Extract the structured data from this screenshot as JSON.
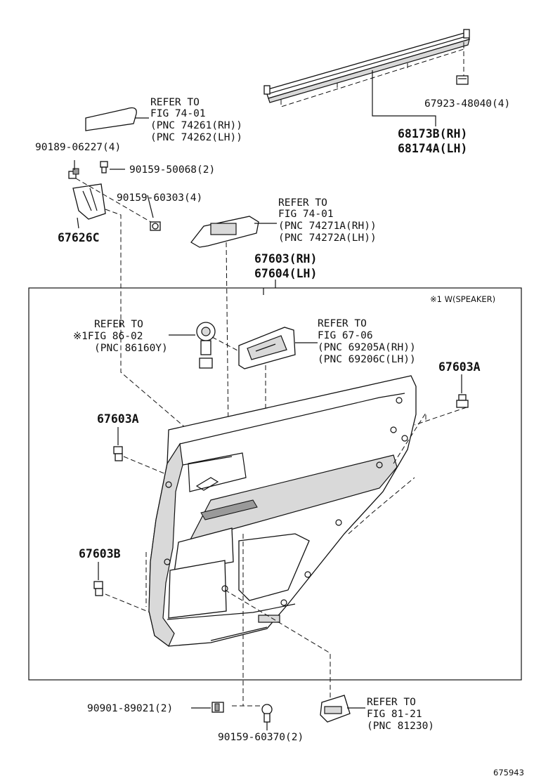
{
  "labels": {
    "refer_74261": [
      "REFER TO",
      "FIG 74-01",
      "(PNC 74261(RH))",
      "(PNC 74262(LH))"
    ],
    "p90189": "90189-06227(4)",
    "p90159_50068": "90159-50068(2)",
    "p90159_60303": "90159-60303(4)",
    "p67626c": "67626C",
    "refer_74271": [
      "REFER TO",
      "FIG 74-01",
      "(PNC 74271A(RH))",
      "(PNC 74272A(LH))"
    ],
    "p67603_67604": [
      "67603(RH)",
      "67604(LH)"
    ],
    "p67923": "67923-48040(4)",
    "p68173": [
      "68173B(RH)",
      "68174A(LH)"
    ],
    "speaker_note": "※1 W(SPEAKER)",
    "refer_86160": [
      "REFER TO",
      "※1FIG 86-02",
      "(PNC 86160Y)"
    ],
    "refer_69205": [
      "REFER TO",
      "FIG 67-06",
      "(PNC 69205A(RH))",
      "(PNC 69206C(LH))"
    ],
    "p67603a_right": "67603A",
    "p67603a_left": "67603A",
    "p67603b": "67603B",
    "p90901": "90901-89021(2)",
    "p90159_60370": "90159-60370(2)",
    "refer_81230": [
      "REFER TO",
      "FIG 81-21",
      "(PNC 81230)"
    ],
    "diagram_id": "675943"
  }
}
